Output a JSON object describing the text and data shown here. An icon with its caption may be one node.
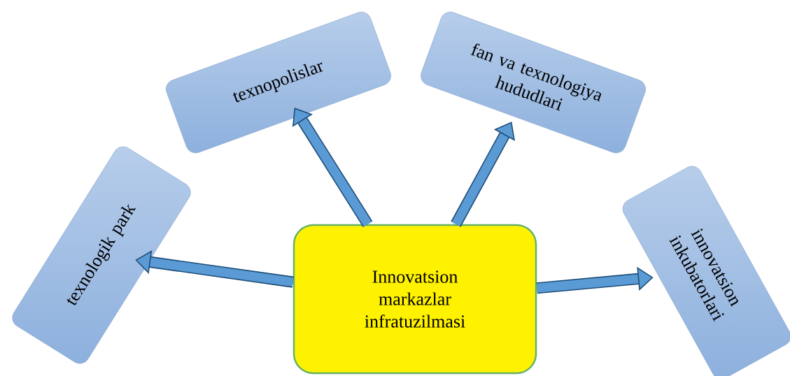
{
  "diagram": {
    "nodes": [
      {
        "text": [
          "Innovatsion markazlar infratuzilmasi"
        ]
      },
      {
        "text": [
          "texnologik park"
        ]
      },
      {
        "text": [
          "texnopolislar"
        ]
      },
      {
        "text": [
          "fan va texnologiya hududlari"
        ]
      },
      {
        "text": [
          "innovatsion inkubatorlari"
        ]
      }
    ],
    "edges": [
      {
        "from": 0,
        "to": 1,
        "arrow": "to"
      },
      {
        "from": 0,
        "to": 2,
        "arrow": "to"
      },
      {
        "from": 0,
        "to": 3,
        "arrow": "to"
      },
      {
        "from": 0,
        "to": 4,
        "arrow": "to"
      }
    ]
  }
}
